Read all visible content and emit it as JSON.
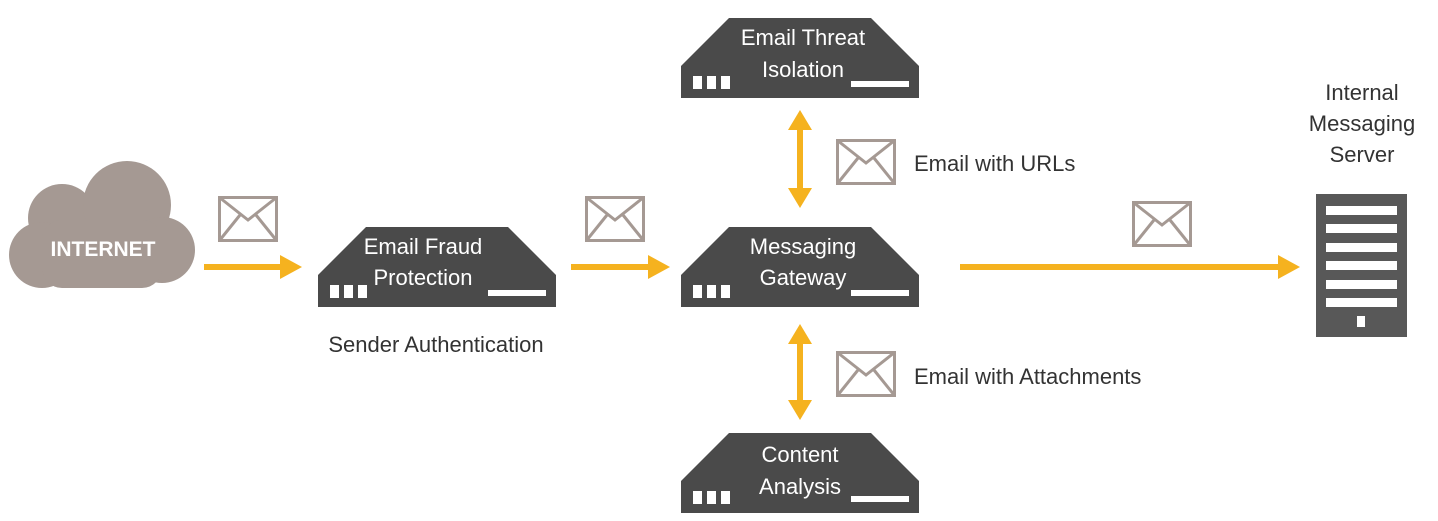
{
  "colors": {
    "arrow": "#f5b21f",
    "appliance": "#4a4a4a",
    "cloud": "#a59993",
    "envelope": "#a59993",
    "server": "#585858",
    "text": "#333333"
  },
  "nodes": {
    "internet": {
      "label": "INTERNET"
    },
    "fraud": {
      "line1": "Email Fraud",
      "line2": "Protection",
      "caption": "Sender Authentication"
    },
    "gateway": {
      "line1": "Messaging",
      "line2": "Gateway"
    },
    "isolation": {
      "line1": "Email Threat",
      "line2": "Isolation"
    },
    "content": {
      "line1": "Content",
      "line2": "Analysis"
    },
    "server": {
      "line1": "Internal",
      "line2": "Messaging",
      "line3": "Server"
    }
  },
  "flows": {
    "urls": "Email with URLs",
    "attachments": "Email with Attachments"
  },
  "icons": [
    "cloud-icon",
    "appliance-icon",
    "envelope-icon",
    "server-icon",
    "arrow-icon"
  ]
}
